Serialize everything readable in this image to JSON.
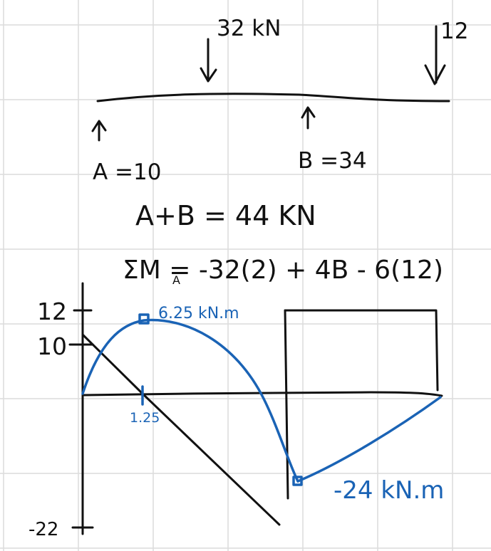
{
  "beam": {
    "load_32": "32 kN",
    "load_12": "12",
    "support_a": "A =10",
    "support_b": "B =34"
  },
  "equations": {
    "sum_reactions": "A+B = 44 KN",
    "sum_moments": "ΣM  = -32(2) + 4B  - 6(12)",
    "moment_subscript": "A"
  },
  "diagram": {
    "tick_12": "12",
    "tick_10": "10",
    "tick_neg22": "-22",
    "zero_crossing": "1.25",
    "max_moment": "6.25 kN.m",
    "min_moment": "-24 kN.m"
  },
  "colors": {
    "ink": "#111111",
    "moment_blue": "#1a63b5",
    "grid": "#dcdcdc"
  }
}
